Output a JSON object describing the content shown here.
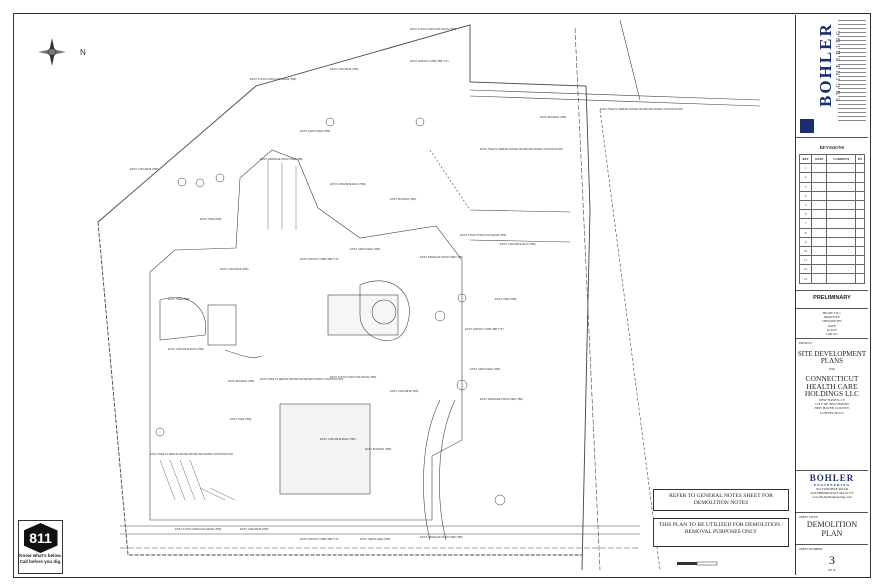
{
  "titleblock": {
    "brand": "BOHLER",
    "brand_sub": "ENGINEERING",
    "revisions_title": "REVISIONS",
    "rev_headers": [
      "REV",
      "DATE",
      "COMMENT",
      "BY"
    ],
    "rev_rows": [
      "1",
      "2",
      "3",
      "4",
      "5",
      "6",
      "7",
      "8",
      "9",
      "10",
      "11",
      "12",
      "13"
    ],
    "preliminary": "PRELIMINARY",
    "project_info": [
      "PROJECT No.:",
      "DRAWN BY:",
      "CHECKED BY:",
      "DATE:",
      "SCALE:",
      "CAD I.D.:"
    ],
    "project_label": "PROJECT:",
    "project_title": "SITE DEVELOPMENT PLANS",
    "for_label": "FOR",
    "client": "CONNECTICUT HEALTH CARE HOLDINGS LLC",
    "location": [
      "NEW HAVEN, CT",
      "CITY OF NEW HAVEN",
      "NEW HAVEN COUNTY,",
      "CONNECTICUT"
    ],
    "office_address": [
      "352 TURNPIKE ROAD",
      "SOUTHBOROUGH, MA 01772",
      "www.BohlerEngineering.com"
    ],
    "sheet_title_label": "SHEET TITLE:",
    "sheet_title": "DEMOLITION PLAN",
    "sheet_number_label": "SHEET NUMBER:",
    "sheet_number": "3",
    "sheet_of": "OF 10"
  },
  "notes": {
    "general": "REFER TO GENERAL NOTES SHEET FOR DEMOLITION NOTES",
    "purpose": "THIS PLAN TO BE UTILIZED FOR DEMOLITION / REMOVAL PURPOSES ONLY"
  },
  "call811": {
    "number": "811",
    "line1": "Know what's below.",
    "line2": "Call before you dig."
  },
  "north_label": "N",
  "plan_labels": [
    "EXIST. 6' HIGH CHAIN LINK FENCE (TBR)",
    "EXIST. CONCRETE (TBR)",
    "EXIST. ASPHALT CURB (TBR TYP.)",
    "EXIST. GRASS AREA (TBR)",
    "EXIST. DRAINAGE STRUCTURE (TBR)",
    "EXIST. TREE (TBR)",
    "EXIST. CONCRETE WALK (TBR)",
    "EXIST. BUILDING (TBR)",
    "EXIST. TREE TO REMAIN AND BE PROTECTED DURING CONSTRUCTION"
  ]
}
